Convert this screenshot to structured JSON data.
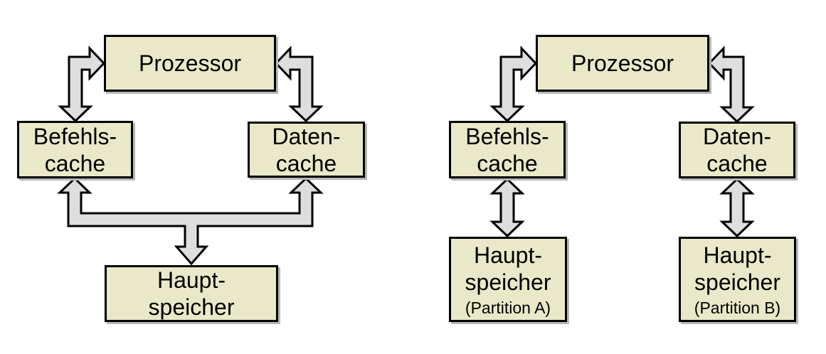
{
  "colors": {
    "box_fill": "#e9e9c9",
    "box_border": "#000000",
    "arrow_fill": "#dedede",
    "arrow_outline": "#000000",
    "background": "#ffffff"
  },
  "left_diagram": {
    "prozessor": "Prozessor",
    "befehls_cache": {
      "line1": "Befehls-",
      "line2": "cache"
    },
    "daten_cache": {
      "line1": "Daten-",
      "line2": "cache"
    },
    "haupt_speicher": {
      "line1": "Haupt-",
      "line2": "speicher"
    },
    "connections": [
      {
        "from": "Prozessor",
        "to": "Befehls-cache",
        "bidirectional": true
      },
      {
        "from": "Prozessor",
        "to": "Daten-cache",
        "bidirectional": true
      },
      {
        "from": "Haupt-speicher",
        "to": "Befehls-cache / Daten-cache",
        "bidirectional": true,
        "shape": "forked-bus"
      }
    ]
  },
  "right_diagram": {
    "prozessor": "Prozessor",
    "befehls_cache": {
      "line1": "Befehls-",
      "line2": "cache"
    },
    "daten_cache": {
      "line1": "Daten-",
      "line2": "cache"
    },
    "haupt_speicher_a": {
      "line1": "Haupt-",
      "line2": "speicher",
      "line3": "(Partition A)"
    },
    "haupt_speicher_b": {
      "line1": "Haupt-",
      "line2": "speicher",
      "line3": "(Partition B)"
    },
    "connections": [
      {
        "from": "Prozessor",
        "to": "Befehls-cache",
        "bidirectional": true
      },
      {
        "from": "Prozessor",
        "to": "Daten-cache",
        "bidirectional": true
      },
      {
        "from": "Befehls-cache",
        "to": "Haupt-speicher (Partition A)",
        "bidirectional": true
      },
      {
        "from": "Daten-cache",
        "to": "Haupt-speicher (Partition B)",
        "bidirectional": true
      }
    ]
  }
}
